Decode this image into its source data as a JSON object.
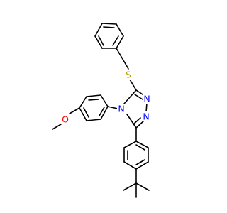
{
  "structure": {
    "atoms": {
      "sulfur": {
        "symbol": "S",
        "color": "#b8a000"
      },
      "n1": {
        "symbol": "N",
        "color": "#0000ff"
      },
      "n2": {
        "symbol": "N",
        "color": "#0000ff"
      },
      "n4": {
        "symbol": "N",
        "color": "#0000ff"
      },
      "oxygen": {
        "symbol": "O",
        "color": "#ff0000"
      }
    }
  }
}
